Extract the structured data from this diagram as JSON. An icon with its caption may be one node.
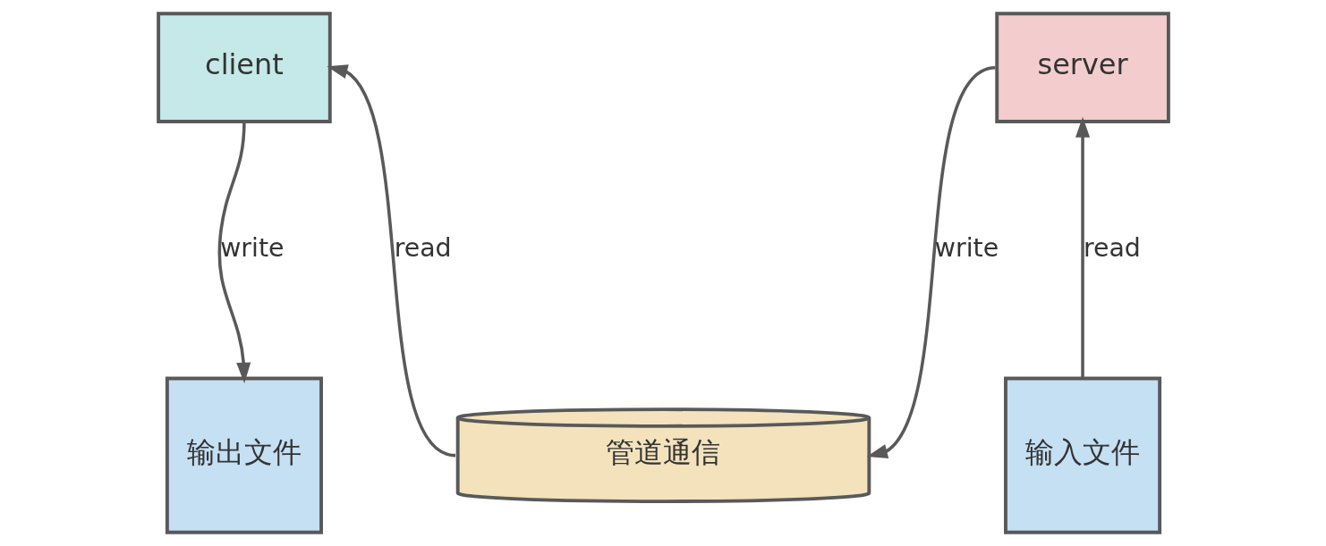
{
  "diagram": {
    "nodes": [
      {
        "text": [
          "client"
        ]
      },
      {
        "text": [
          "server"
        ]
      },
      {
        "text": [
          "输出文件"
        ]
      },
      {
        "text": [
          "管道通信"
        ]
      },
      {
        "text": [
          "输入文件"
        ]
      }
    ],
    "edges": [
      {
        "from": 0,
        "to": 2,
        "arrow": "to",
        "label": "write"
      },
      {
        "from": 3,
        "to": 0,
        "arrow": "to",
        "label": "read"
      },
      {
        "from": 1,
        "to": 3,
        "arrow": "to",
        "label": "write"
      },
      {
        "from": 4,
        "to": 1,
        "arrow": "to",
        "label": "read"
      }
    ]
  }
}
